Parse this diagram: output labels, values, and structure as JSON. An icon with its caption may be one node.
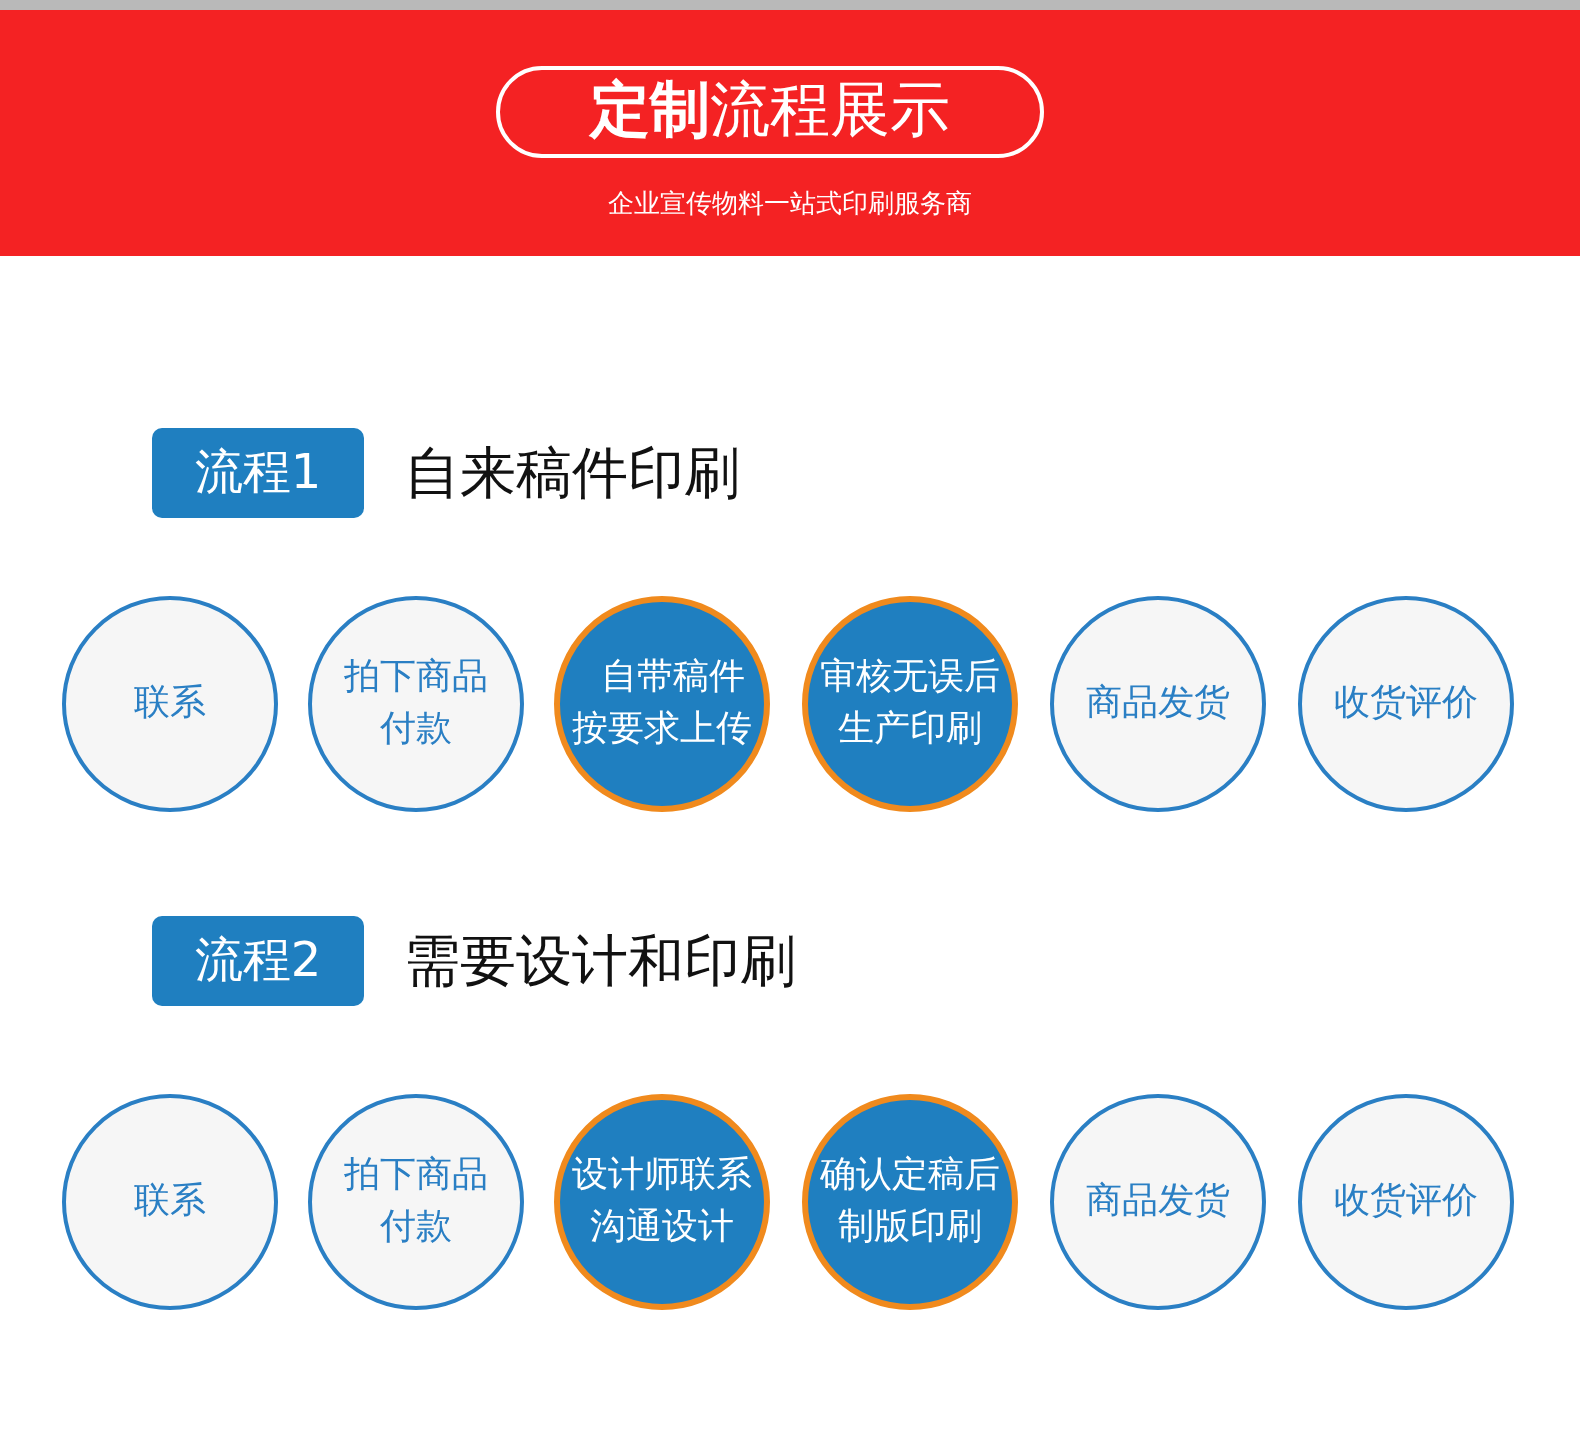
{
  "diagram": {
    "title": "**定制**流程展示",
    "nodes": [
      {
        "text": [
          "流程1"
        ],
        "beside": [
          "自来稿件印刷"
        ]
      },
      {
        "text": [
          "联系"
        ]
      },
      {
        "text": [
          "拍下商品付款"
        ]
      },
      {
        "text": [
          "自带稿件按要求上传"
        ]
      },
      {
        "text": [
          "审核无误后生产印刷"
        ]
      },
      {
        "text": [
          "商品发货"
        ]
      },
      {
        "text": [
          "收货评价"
        ]
      },
      {
        "text": [
          "流程2"
        ],
        "beside": [
          "需要设计和印刷"
        ]
      },
      {
        "text": [
          "联系"
        ]
      },
      {
        "text": [
          "拍下商品付款"
        ]
      },
      {
        "text": [
          "设计师联系沟通设计"
        ]
      },
      {
        "text": [
          "确认定稿后制版印刷"
        ]
      },
      {
        "text": [
          "商品发货"
        ]
      },
      {
        "text": [
          "收货评价"
        ]
      }
    ],
    "labels": [
      "企业宣传物料一站式印刷服务商"
    ]
  }
}
